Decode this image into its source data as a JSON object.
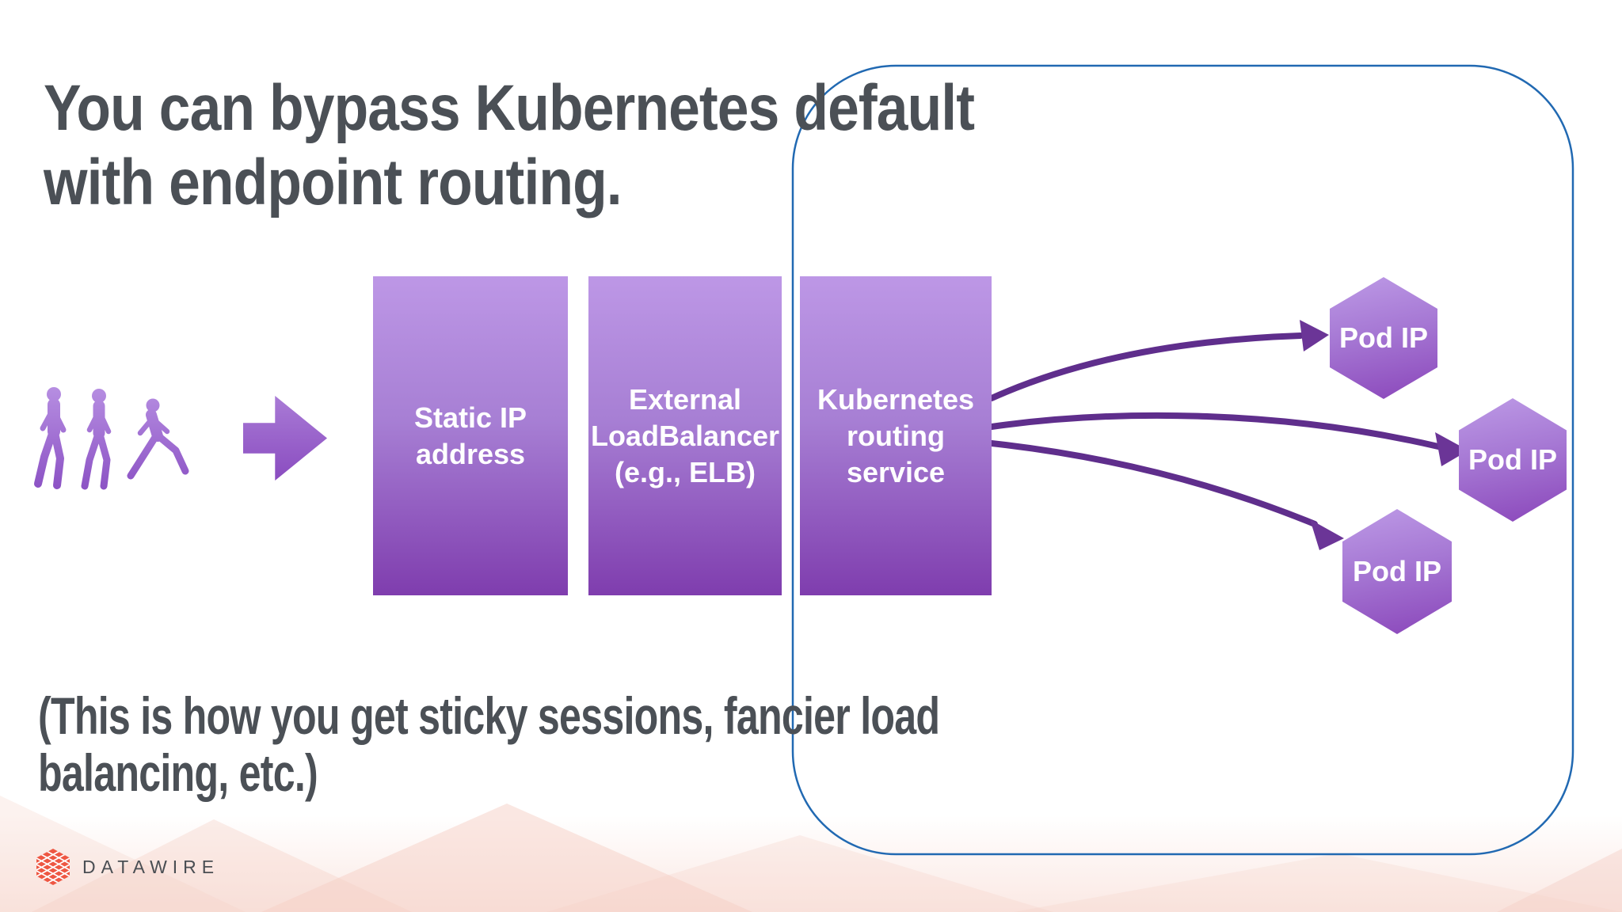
{
  "slide": {
    "title": {
      "line1": "You can bypass Kubernetes default",
      "line2": "with endpoint routing."
    },
    "note": {
      "line1": "(This is how you get sticky sessions, fancier load",
      "line2": "balancing, etc.)"
    },
    "flow_boxes": [
      {
        "name": "static-ip",
        "lines": [
          "Static IP",
          "address"
        ]
      },
      {
        "name": "external-loadbalancer",
        "lines": [
          "External",
          "LoadBalancer",
          "(e.g., ELB)"
        ]
      },
      {
        "name": "kubernetes-routing-service",
        "lines": [
          "Kubernetes",
          "routing",
          "service"
        ]
      }
    ],
    "pods": [
      {
        "label": "Pod IP"
      },
      {
        "label": "Pod IP"
      },
      {
        "label": "Pod IP"
      }
    ],
    "logo": {
      "text": "DATAWIRE"
    },
    "icons": {
      "people": "people-walking-icon",
      "flow_arrow": "right-block-arrow-icon",
      "curved_arrows": "curved-routing-arrow-icon",
      "logo_mark": "datawire-hexagon-icon"
    },
    "colors": {
      "title_text": "#4b5056",
      "box_gradient_top": "#bd97e6",
      "box_gradient_bottom": "#7f3dae",
      "hex_gradient_top": "#bd9ae6",
      "hex_gradient_bottom": "#8a46ba",
      "arrow_purple": "#5f2e8c",
      "highlight_border_blue": "#2169b2",
      "logo_coral": "#ee5743",
      "background_pink": "#f5cfc6"
    }
  }
}
